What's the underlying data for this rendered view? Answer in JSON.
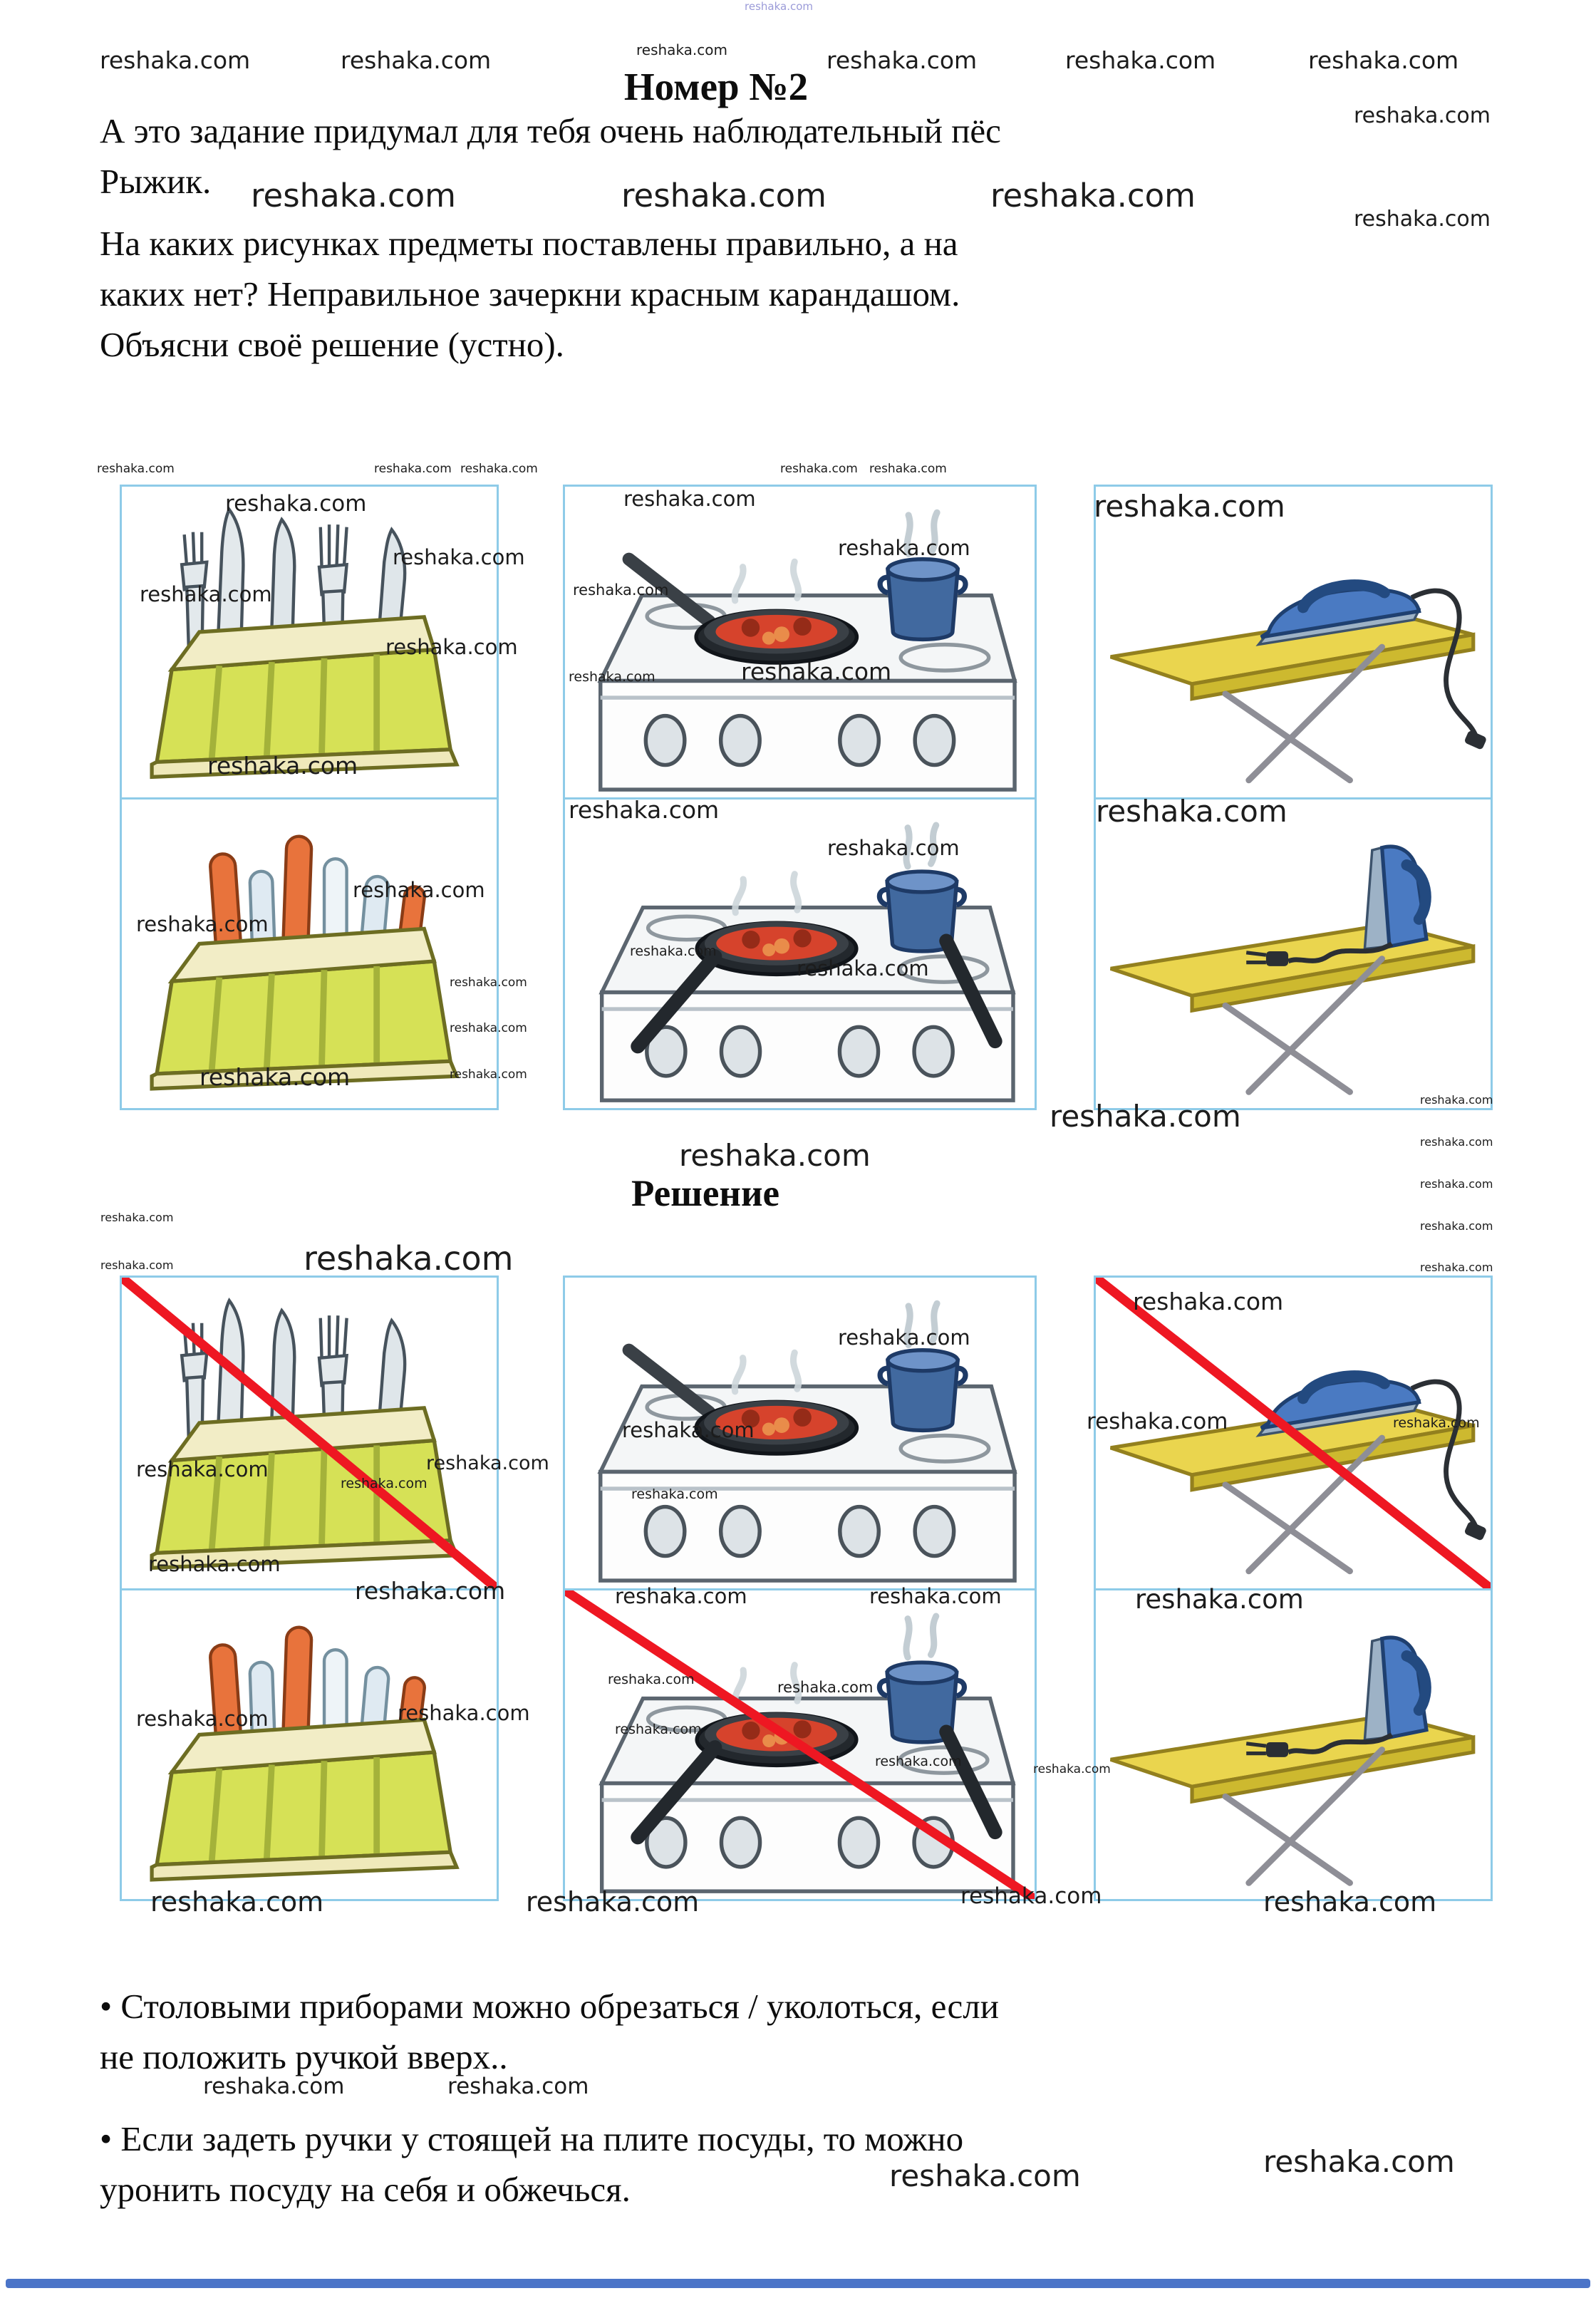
{
  "watermark": "reshaka.com",
  "header": {
    "title": "Номер №2"
  },
  "task": {
    "lines": [
      "А это задание придумал для тебя очень наблюдательный пёс",
      "Рыжик.",
      "На каких рисунках предметы поставлены правильно, а на",
      "каких нет? Неправильное зачеркни красным карандашом.",
      "Объясни своё решение (устно)."
    ]
  },
  "solution": {
    "heading": "Решение"
  },
  "figures": {
    "task_grid": [
      [
        "cutlery-blades-up",
        "cutlery-handles-up"
      ],
      [
        "stove-handles-in",
        "stove-handles-out"
      ],
      [
        "iron-lying-plugged",
        "iron-upright-unplugged"
      ]
    ],
    "solution_crossed": [
      "cutlery-blades-up",
      "stove-handles-out",
      "iron-lying-plugged"
    ]
  },
  "answers": [
    {
      "lines": [
        "• Столовыми приборами можно обрезаться / уколоться, если",
        "не положить ручкой вверх.."
      ]
    },
    {
      "lines": [
        "• Если задеть ручки у стоящей на плите посуды, то можно",
        "уронить посуду на себя и обжечься."
      ]
    }
  ]
}
